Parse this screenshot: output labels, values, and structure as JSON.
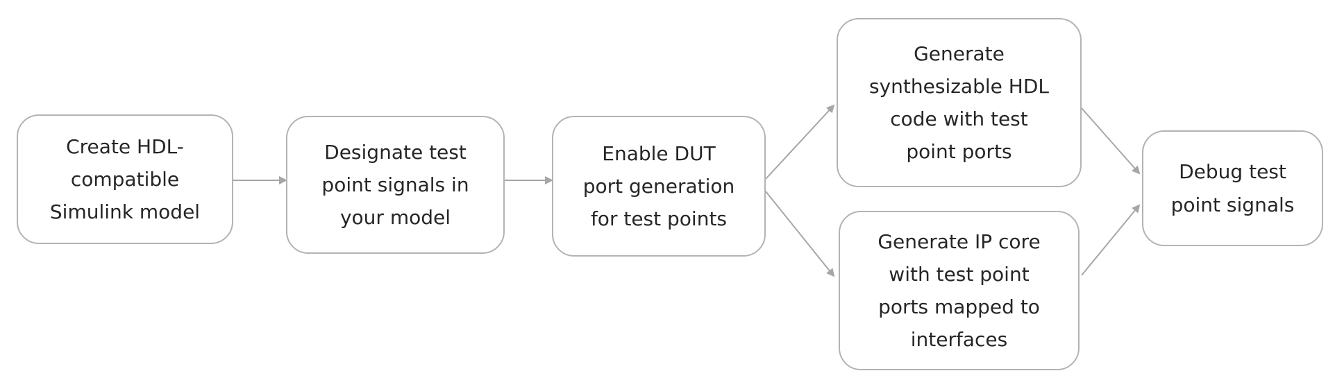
{
  "diagram": {
    "nodes": {
      "create_model": "Create HDL-\ncompatible\nSimulink model",
      "designate_test_points": "Designate test\npoint signals in\nyour model",
      "enable_dut_ports": "Enable DUT\nport generation\nfor test points",
      "generate_hdl": "Generate\nsynthesizable HDL\ncode with test\npoint ports",
      "generate_ip_core": "Generate IP core\nwith test point\nports mapped to\ninterfaces",
      "debug_signals": "Debug test\npoint signals"
    },
    "edges": [
      {
        "from": "create_model",
        "to": "designate_test_points"
      },
      {
        "from": "designate_test_points",
        "to": "enable_dut_ports"
      },
      {
        "from": "enable_dut_ports",
        "to": "generate_hdl"
      },
      {
        "from": "enable_dut_ports",
        "to": "generate_ip_core"
      },
      {
        "from": "generate_hdl",
        "to": "debug_signals"
      },
      {
        "from": "generate_ip_core",
        "to": "debug_signals"
      }
    ],
    "colors": {
      "node_border": "#b3b3b3",
      "edge": "#a6a6a6",
      "text": "#262626"
    }
  }
}
